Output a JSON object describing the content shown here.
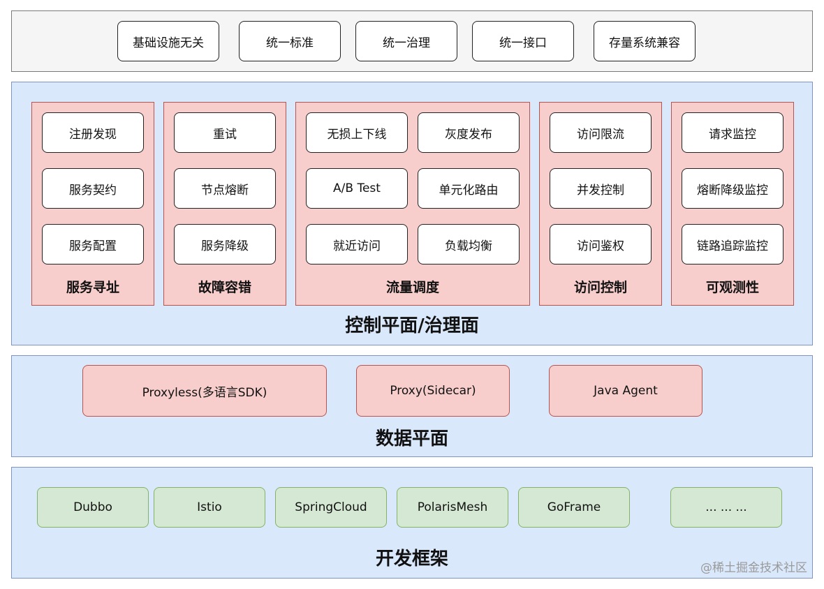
{
  "principles": [
    "基础设施无关",
    "统一标准",
    "统一治理",
    "统一接口",
    "存量系统兼容"
  ],
  "control_plane": {
    "title": "控制平面/治理面",
    "groups": [
      {
        "title": "服务寻址",
        "items": [
          "注册发现",
          "服务契约",
          "服务配置"
        ]
      },
      {
        "title": "故障容错",
        "items": [
          "重试",
          "节点熔断",
          "服务降级"
        ]
      },
      {
        "title": "流量调度",
        "items": [
          "无损上下线",
          "灰度发布",
          "A/B Test",
          "单元化路由",
          "就近访问",
          "负载均衡"
        ]
      },
      {
        "title": "访问控制",
        "items": [
          "访问限流",
          "并发控制",
          "访问鉴权"
        ]
      },
      {
        "title": "可观测性",
        "items": [
          "请求监控",
          "熔断降级监控",
          "链路追踪监控"
        ]
      }
    ]
  },
  "data_plane": {
    "title": "数据平面",
    "items": [
      "Proxyless(多语言SDK)",
      "Proxy(Sidecar)",
      "Java Agent"
    ]
  },
  "framework": {
    "title": "开发框架",
    "items": [
      "Dubbo",
      "Istio",
      "SpringCloud",
      "PolarisMesh",
      "GoFrame",
      "... ... ..."
    ]
  },
  "watermark": "@稀土掘金技术社区",
  "colors": {
    "layer_fill": "#dae8fc",
    "group_fill": "#f8cecc",
    "framework_fill": "#d5e8d4"
  }
}
